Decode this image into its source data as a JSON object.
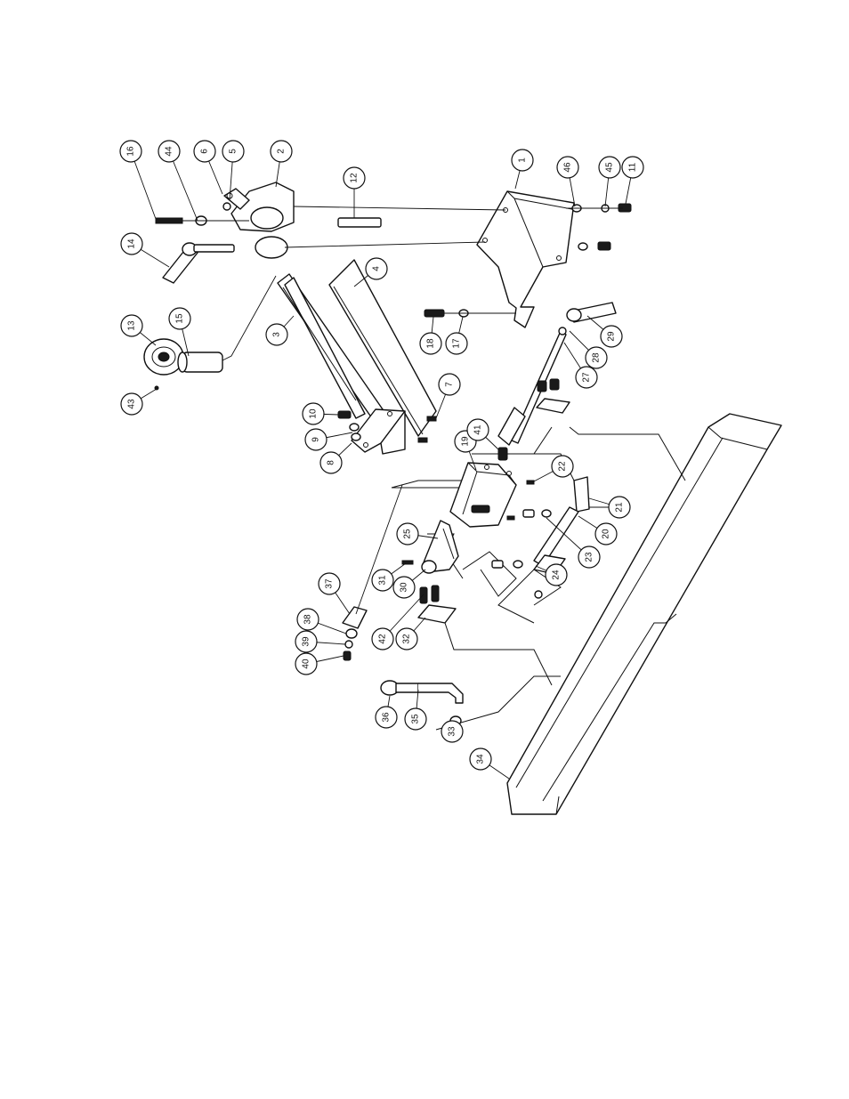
{
  "diagram": {
    "callouts": [
      "1",
      "2",
      "3",
      "4",
      "5",
      "6",
      "7",
      "8",
      "9",
      "10",
      "11",
      "12",
      "13",
      "14",
      "15",
      "16",
      "17",
      "18",
      "19",
      "20",
      "21",
      "22",
      "23",
      "24",
      "25",
      "27",
      "28",
      "29",
      "30",
      "31",
      "32",
      "33",
      "34",
      "35",
      "36",
      "37",
      "38",
      "39",
      "40",
      "41",
      "42",
      "43",
      "44",
      "45",
      "46"
    ]
  }
}
